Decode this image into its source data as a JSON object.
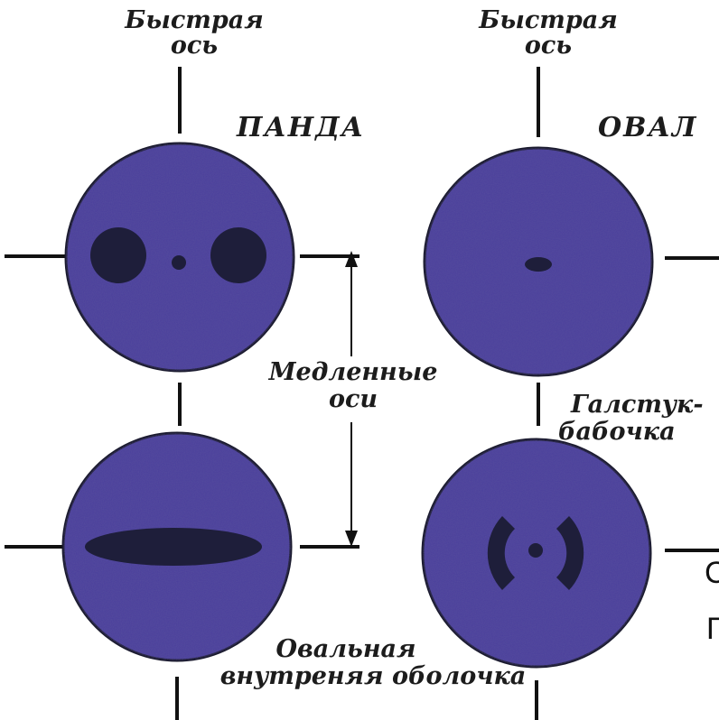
{
  "labels": {
    "fast_axis_left": [
      "Быстрая",
      "ось"
    ],
    "fast_axis_right": [
      "Быстрая",
      "ось"
    ],
    "panda": "ПАНДА",
    "oval": "ОВАЛ",
    "slow_axes": [
      "Медленные",
      "оси"
    ],
    "bowtie": [
      "Галстук-",
      "бабочка"
    ],
    "oval_inner": [
      "Овальная",
      "внутреняя оболочка"
    ]
  },
  "edge_fragments": [
    "С",
    "Г"
  ],
  "colors": {
    "disc_fill": "#4a3f9c",
    "disc_stroke": "#1a1a2e",
    "inner_dark": "#1e1e3a",
    "line": "#111111"
  }
}
